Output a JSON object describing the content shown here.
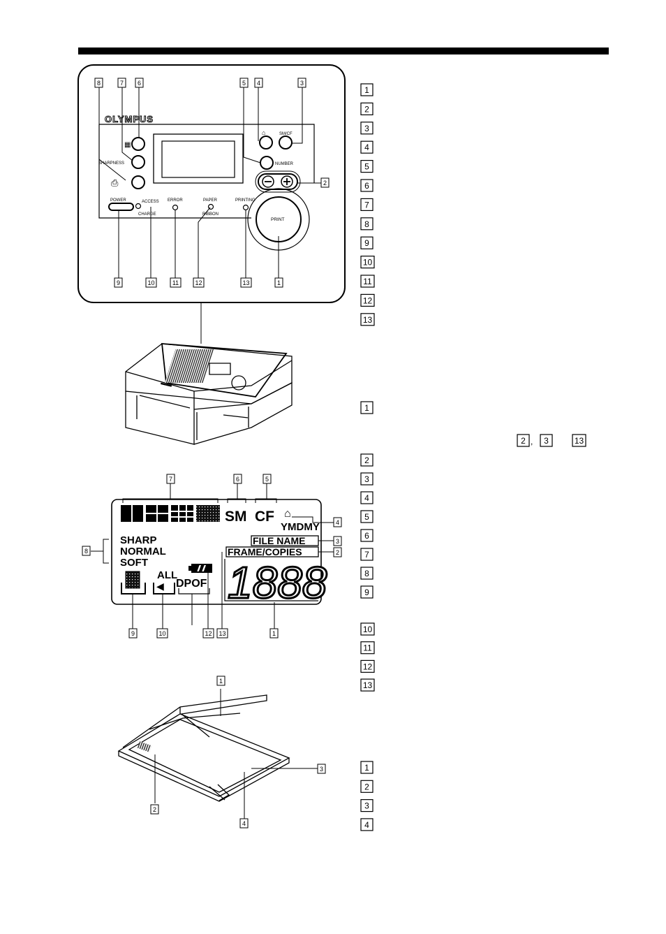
{
  "panel": {
    "brand": "OLYMPUS",
    "labels": {
      "power": "POWER",
      "access": "ACCESS",
      "charge": "CHARGE",
      "error": "ERROR",
      "paper": "PAPER",
      "ribbon": "RIBBON",
      "printing": "PRINTING",
      "print": "PRINT",
      "sharpness": "SHARPNESS",
      "number": "NUMBER",
      "smcf": "SM/CF"
    },
    "callouts": {
      "top": [
        "8",
        "7",
        "6",
        "5",
        "4",
        "3"
      ],
      "right": [
        "2"
      ],
      "bottom": [
        "9",
        "10",
        "11",
        "12",
        "13",
        "1"
      ]
    }
  },
  "lcd": {
    "sm": "SM",
    "cf": "CF",
    "date": "YMDMY",
    "file_name": "FILE NAME",
    "frame_copies": "FRAME/COPIES",
    "sharp": "SHARP",
    "normal": "NORMAL",
    "soft": "SOFT",
    "all": "ALL",
    "dpof": "DPOF",
    "digits": "1888",
    "callouts": {
      "top": [
        "7",
        "6",
        "5"
      ],
      "right": [
        "4",
        "3",
        "2"
      ],
      "left": [
        "8"
      ],
      "bottom": [
        "9",
        "10",
        "12",
        "13",
        "1"
      ]
    }
  },
  "cassette": {
    "callouts": [
      "1",
      "3",
      "2",
      "4"
    ]
  },
  "lists": {
    "panel": [
      "1",
      "2",
      "3",
      "4",
      "5",
      "6",
      "7",
      "8",
      "9",
      "10",
      "11",
      "12",
      "13"
    ],
    "lcd_first": "1",
    "lcd_ref": [
      "2",
      "3",
      "13"
    ],
    "lcd_ref_sep": ",",
    "lcd": [
      "2",
      "3",
      "4",
      "5",
      "6",
      "7",
      "8",
      "9",
      "10",
      "11",
      "12",
      "13"
    ],
    "cassette": [
      "1",
      "2",
      "3",
      "4"
    ]
  }
}
